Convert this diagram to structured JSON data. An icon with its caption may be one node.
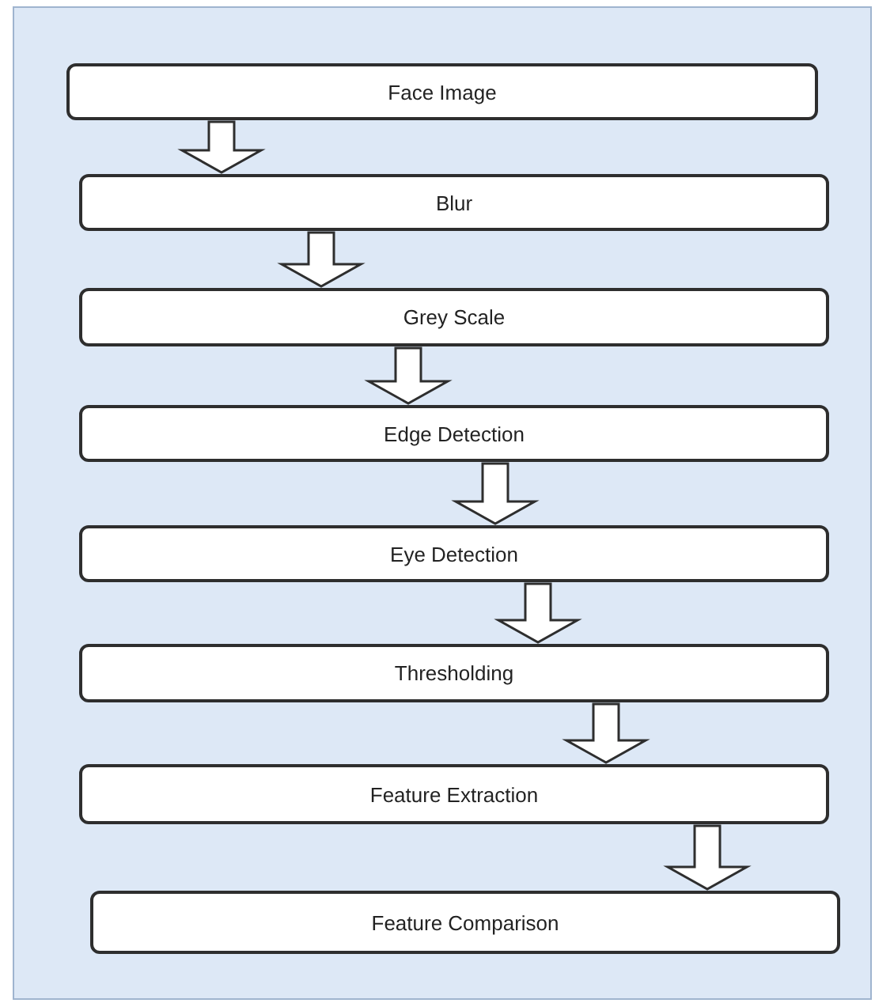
{
  "diagram": {
    "nodes": [
      {
        "text": [
          "Face Image"
        ]
      },
      {
        "text": [
          "Blur"
        ]
      },
      {
        "text": [
          "Grey Scale"
        ]
      },
      {
        "text": [
          "Edge Detection"
        ]
      },
      {
        "text": [
          "Eye Detection"
        ]
      },
      {
        "text": [
          "Thresholding"
        ]
      },
      {
        "text": [
          "Feature Extraction"
        ]
      },
      {
        "text": [
          "Feature Comparison"
        ]
      }
    ],
    "edges": [
      {
        "from": 0,
        "to": 1,
        "arrow": "to"
      },
      {
        "from": 1,
        "to": 2,
        "arrow": "to"
      },
      {
        "from": 2,
        "to": 3,
        "arrow": "to"
      },
      {
        "from": 3,
        "to": 4,
        "arrow": "to"
      },
      {
        "from": 4,
        "to": 5,
        "arrow": "to"
      },
      {
        "from": 5,
        "to": 6,
        "arrow": "to"
      },
      {
        "from": 6,
        "to": 7,
        "arrow": "to"
      }
    ]
  }
}
